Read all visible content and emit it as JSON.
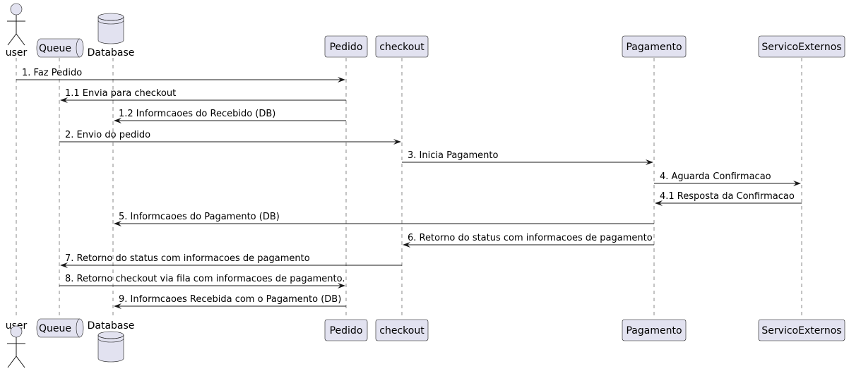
{
  "participants": [
    {
      "id": "user",
      "label": "user",
      "kind": "actor"
    },
    {
      "id": "queue",
      "label": "Queue",
      "kind": "queue"
    },
    {
      "id": "database",
      "label": "Database",
      "kind": "database"
    },
    {
      "id": "pedido",
      "label": "Pedido",
      "kind": "participant"
    },
    {
      "id": "checkout",
      "label": "checkout",
      "kind": "participant"
    },
    {
      "id": "pagamento",
      "label": "Pagamento",
      "kind": "participant"
    },
    {
      "id": "servicos",
      "label": "ServicoExternos",
      "kind": "participant"
    }
  ],
  "messages": [
    {
      "from": "user",
      "to": "pedido",
      "text": "1. Faz Pedido"
    },
    {
      "from": "pedido",
      "to": "queue",
      "text": "1.1 Envia para checkout"
    },
    {
      "from": "pedido",
      "to": "database",
      "text": "1.2 Informcaoes do Recebido (DB)"
    },
    {
      "from": "queue",
      "to": "checkout",
      "text": "2. Envio do pedido"
    },
    {
      "from": "checkout",
      "to": "pagamento",
      "text": "3. Inicia Pagamento"
    },
    {
      "from": "pagamento",
      "to": "servicos",
      "text": "4. Aguarda Confirmacao"
    },
    {
      "from": "servicos",
      "to": "pagamento",
      "text": "4.1 Resposta da Confirmacao"
    },
    {
      "from": "pagamento",
      "to": "database",
      "text": "5. Informcaoes do Pagamento (DB)"
    },
    {
      "from": "pagamento",
      "to": "checkout",
      "text": "6. Retorno do status com informacoes de pagamento"
    },
    {
      "from": "checkout",
      "to": "queue",
      "text": "7. Retorno do status com informacoes de pagamento"
    },
    {
      "from": "queue",
      "to": "pedido",
      "text": "8. Retorno checkout via fila com informacoes de pagamento."
    },
    {
      "from": "pedido",
      "to": "database",
      "text": "9. Informcaoes Recebida com o Pagamento (DB)"
    }
  ]
}
